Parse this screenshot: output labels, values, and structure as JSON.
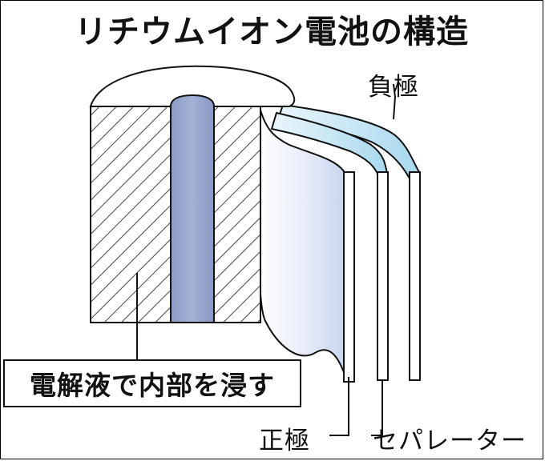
{
  "title": "リチウムイオン電池の構造",
  "labels": {
    "negative_electrode": "負極",
    "electrolyte": "電解液で内部を浸す",
    "positive_electrode": "正極",
    "separator": "セパレーター"
  },
  "colors": {
    "core": "#97a6cd",
    "hatch_line": "#444444",
    "sheet_fill": "#dfe7f6",
    "separator_fill": "#b7dff0",
    "outline": "#111111"
  }
}
